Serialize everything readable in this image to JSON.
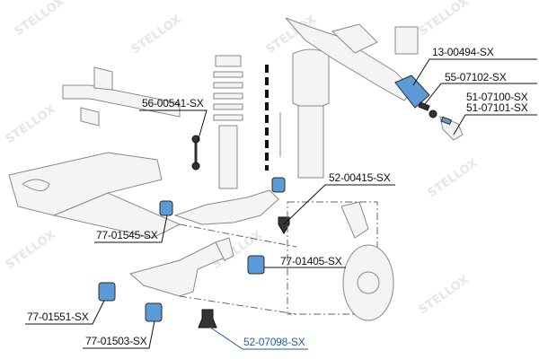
{
  "brand": {
    "watermark": "STELLOX",
    "accent_color": "#1f5fa8",
    "part_color": "#5b9bd5"
  },
  "parts": [
    {
      "id": "tie-rod-boot",
      "label": "13-00494-SX"
    },
    {
      "id": "inner-tie-rod",
      "label": "55-07102-SX"
    },
    {
      "id": "tie-rod-end-left",
      "label": "51-07100-SX"
    },
    {
      "id": "tie-rod-end-right",
      "label": "51-07101-SX"
    },
    {
      "id": "stabilizer-link",
      "label": "56-00541-SX"
    },
    {
      "id": "upper-ball-joint",
      "label": "52-00415-SX"
    },
    {
      "id": "upper-arm-bushing",
      "label": "77-01545-SX"
    },
    {
      "id": "lower-arm-rear-bushing",
      "label": "77-01405-SX"
    },
    {
      "id": "lower-arm-front-bushing",
      "label": "77-01551-SX"
    },
    {
      "id": "lower-arm-bushing",
      "label": "77-01503-SX"
    },
    {
      "id": "lower-ball-joint",
      "label": "52-07098-SX",
      "highlighted": true
    }
  ]
}
